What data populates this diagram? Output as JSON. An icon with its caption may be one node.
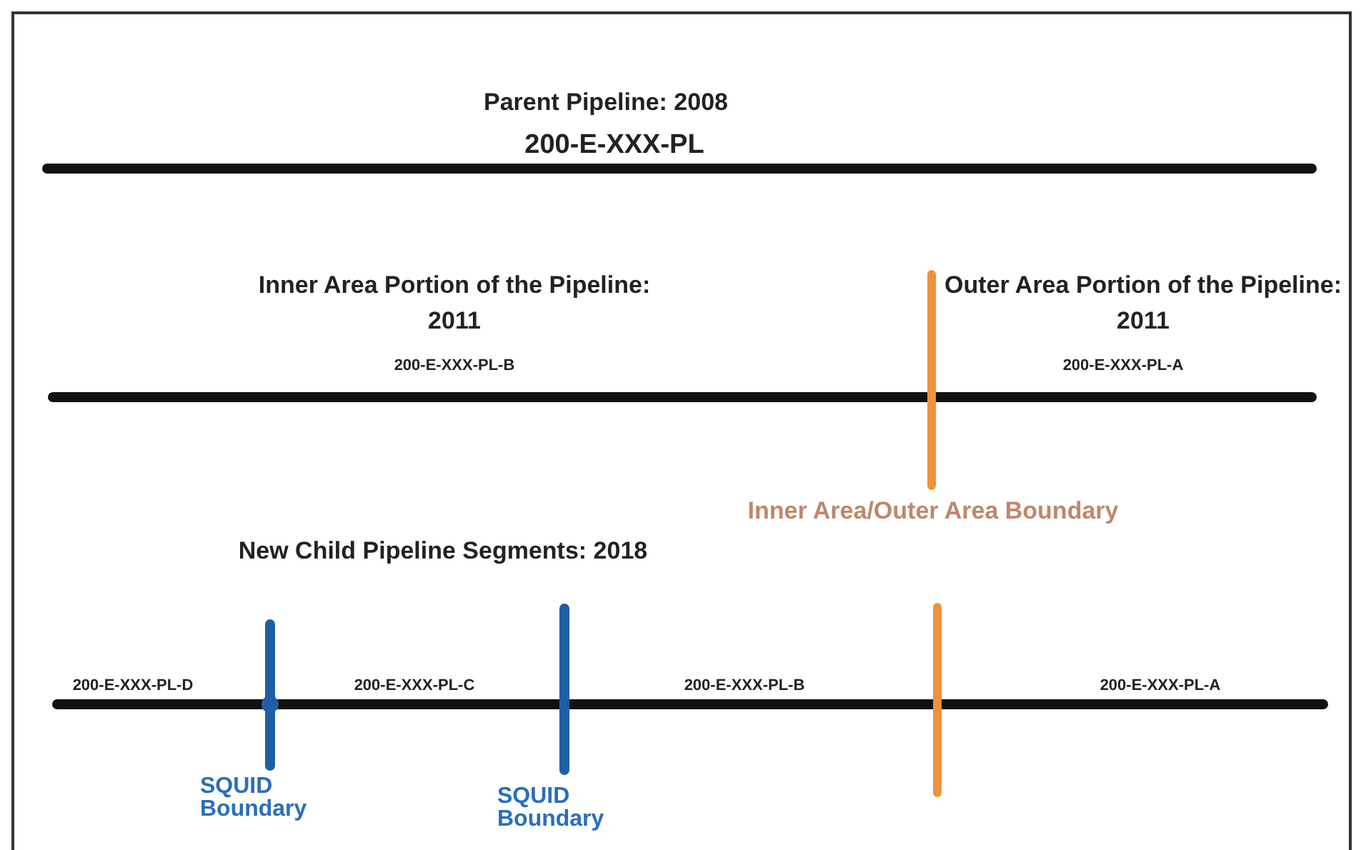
{
  "diagram": {
    "labels": [
      "Parent Pipeline: 2008",
      "200-E-XXX-PL",
      "Inner Area Portion of the Pipeline: 2011",
      "Outer Area Portion of the Pipeline: 2011",
      "200-E-XXX-PL-B",
      "200-E-XXX-PL-A",
      "Inner Area/Outer Area Boundary",
      "New Child Pipeline Segments: 2018",
      "200-E-XXX-PL-D",
      "200-E-XXX-PL-C",
      "200-E-XXX-PL-B",
      "200-E-XXX-PL-A",
      "SQUID Boundary",
      "SQUID Boundary"
    ]
  }
}
